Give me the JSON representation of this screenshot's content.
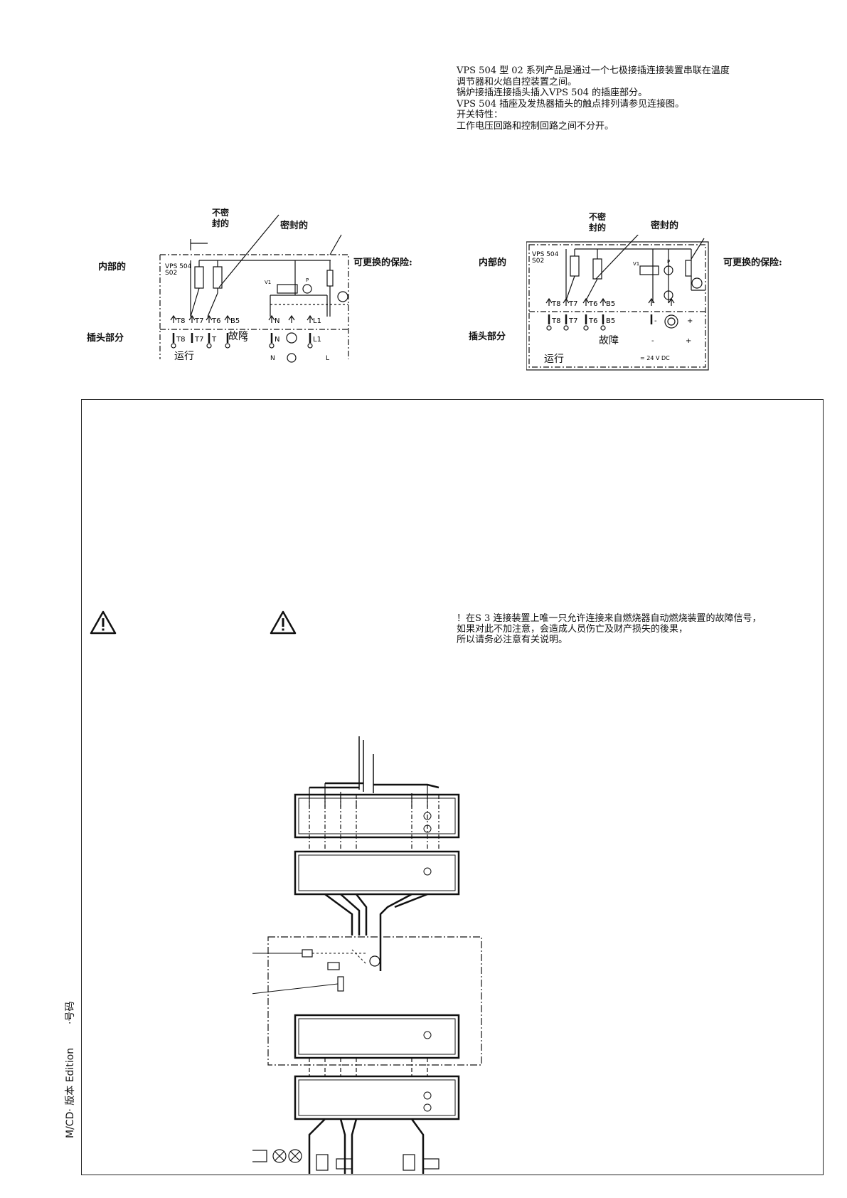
{
  "intro": {
    "lines": [
      "VPS 504 型 02 系列产品是通过一个七极接插连接装置串联在温度",
      "调节器和火焰自控装置之间。",
      "锅炉接插连接插头插入VPS 504 的插座部分。",
      "VPS 504 插座及发热器插头的触点排列请参见连接图。",
      "开关特性：",
      "工作电压回路和控制回路之间不分开。"
    ]
  },
  "diagram_left": {
    "label_unsealed": "不密\n封的",
    "label_sealed": "密封的",
    "label_internal": "内部的",
    "label_fuse": "可更换的保险:",
    "label_plug": "插头部分",
    "label_run": "运行",
    "label_fault": "故障",
    "model": "VPS 504",
    "series": "S02",
    "terminals_top": [
      "T8",
      "T7",
      "T6",
      "B5",
      "N",
      "L1"
    ],
    "terminals_bottom": [
      "T8",
      "T7",
      "T",
      "5",
      "N",
      "L1"
    ],
    "bottom_marks": [
      "N",
      "L"
    ],
    "v_label": "V1",
    "p_label": "P"
  },
  "diagram_right": {
    "label_unsealed": "不密\n封的",
    "label_sealed": "密封的",
    "label_internal": "内部的",
    "label_fuse": "可更换的保险:",
    "label_plug": "插头部分",
    "label_run": "运行",
    "label_fault": "故障",
    "model": "VPS 504",
    "series": "S02",
    "terminals_top": [
      "T8",
      "T7",
      "T6",
      "B5"
    ],
    "terminals_bottom": [
      "T8",
      "T7",
      "T6",
      "B5"
    ],
    "minus": "-",
    "plus": "+",
    "voltage": "= 24 V DC",
    "v_label": "V1",
    "p_label": "P"
  },
  "warning": {
    "lines": [
      "！在S 3 连接装置上唯一只允许连接来自燃烧器自动燃烧装置的故障信号，",
      "如果对此不加注意，会造成人员伤亡及财产损失的後果，",
      "所以请务必注意有关说明。"
    ]
  },
  "sidebar": {
    "edition": "M/CD· 版本 Edition",
    "number": "·号码"
  }
}
